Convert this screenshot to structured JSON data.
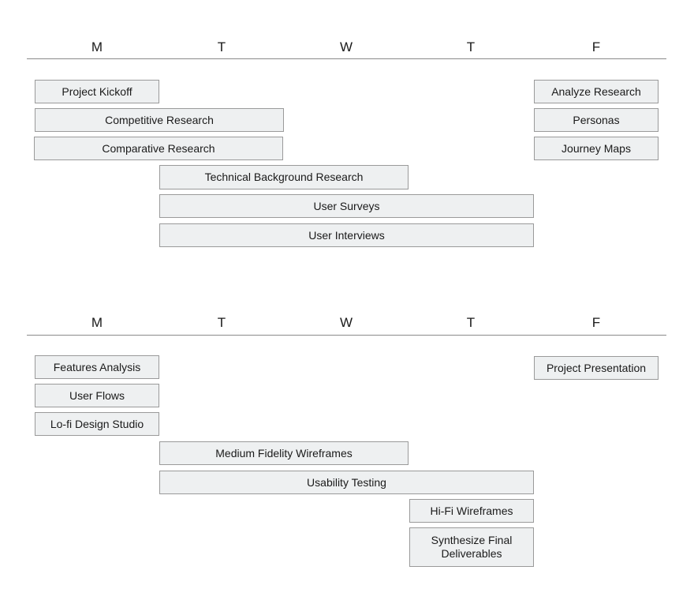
{
  "weeks": [
    {
      "days": [
        "M",
        "T",
        "W",
        "T",
        "F"
      ],
      "tasks": [
        "Project Kickoff",
        "Competitive Research",
        "Comparative Research",
        "Technical Background Research",
        "User Surveys",
        "User Interviews",
        "Analyze Research",
        "Personas",
        "Journey Maps"
      ]
    },
    {
      "days": [
        "M",
        "T",
        "W",
        "T",
        "F"
      ],
      "tasks": [
        "Features Analysis",
        "User Flows",
        "Lo-fi Design Studio",
        "Medium Fidelity Wireframes",
        "Usability Testing",
        "Hi-Fi Wireframes",
        "Synthesize Final Deliverables",
        "Project Presentation"
      ]
    }
  ]
}
